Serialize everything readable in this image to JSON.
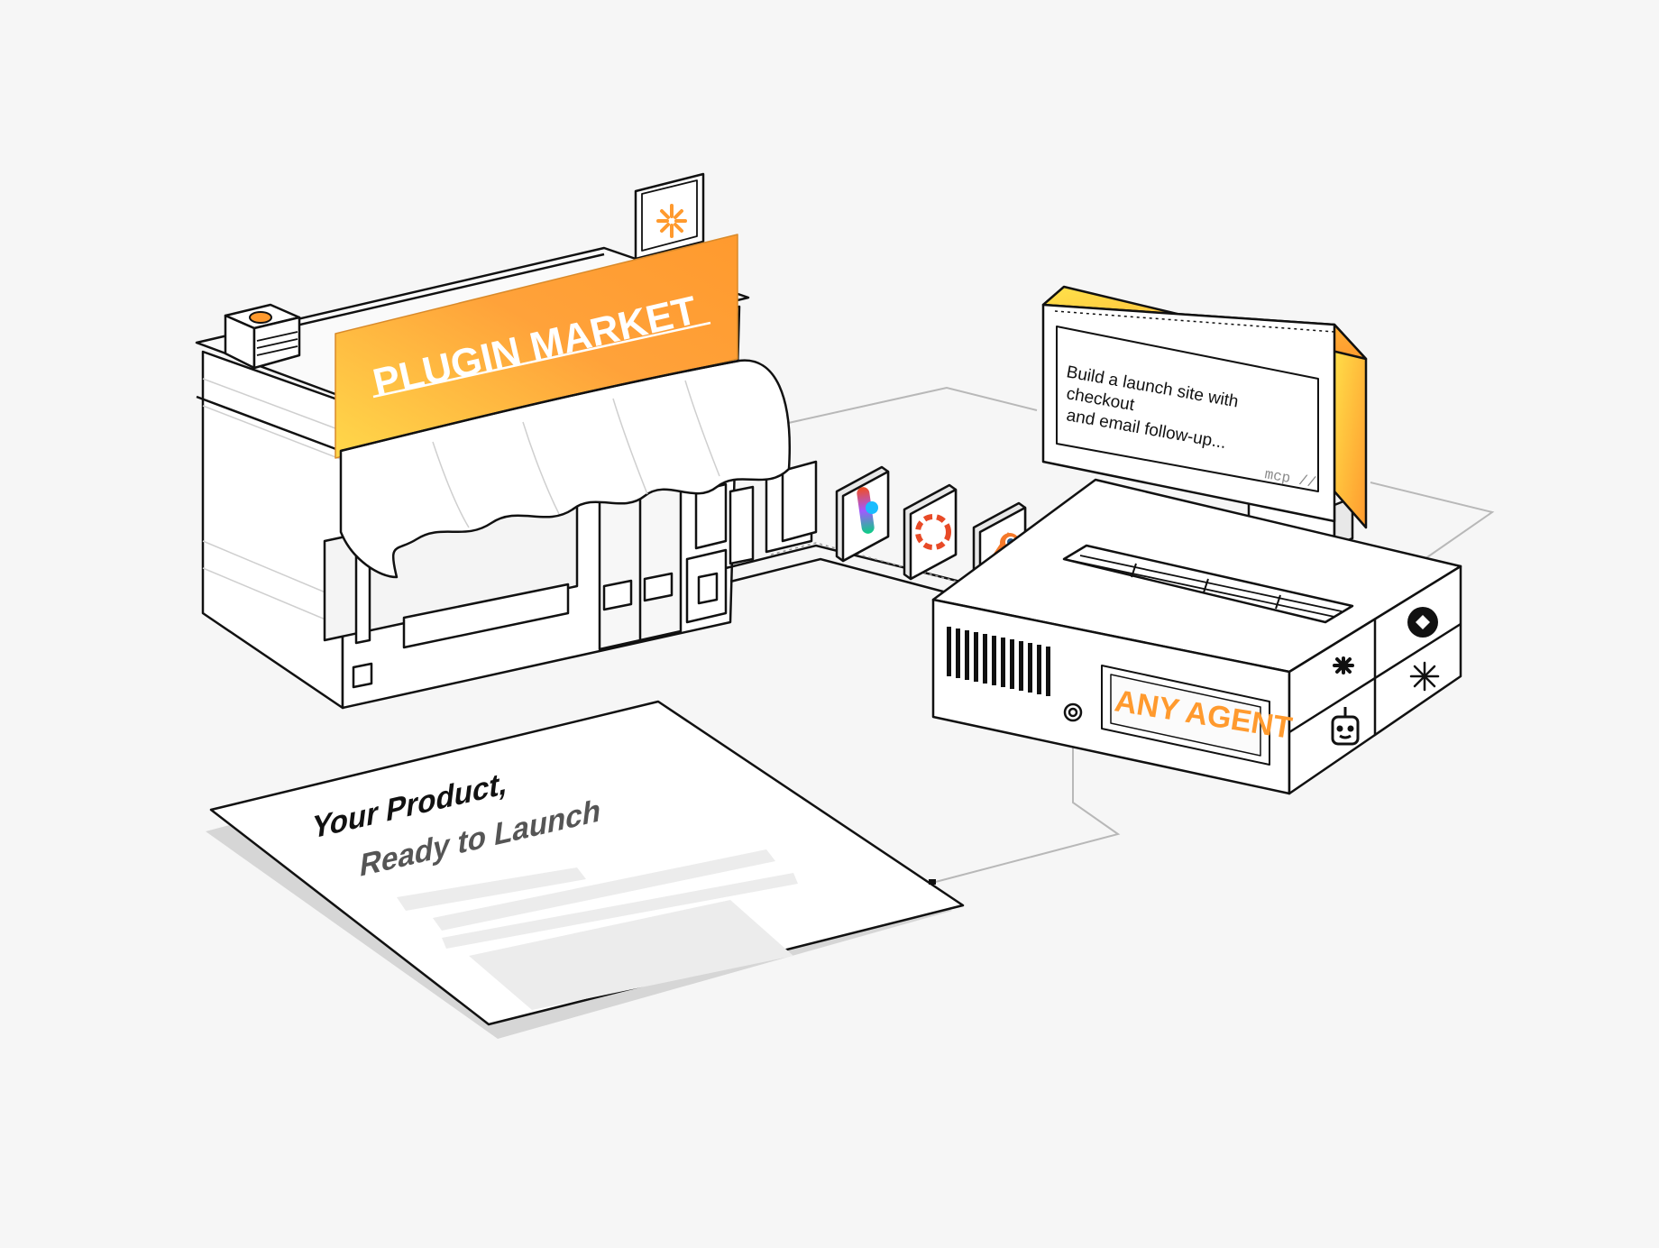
{
  "storefront": {
    "sign_text": "PLUGIN MARKET",
    "rooftop_icon": "orange-asterisk-logo-icon"
  },
  "plugins": [
    {
      "name": "figma-logo-icon"
    },
    {
      "name": "red-circle-logo-icon"
    },
    {
      "name": "blender-logo-icon"
    }
  ],
  "monitor": {
    "prompt_lines": [
      "Build a launch site with",
      "checkout",
      "and email follow-up..."
    ],
    "footer": "mcp //"
  },
  "agent_box": {
    "label": "ANY AGENT",
    "icons": [
      "openai-logo-icon",
      "asterisk-logo-icon",
      "sparkle-logo-icon",
      "robot-face-icon"
    ]
  },
  "document": {
    "title_line1": "Your Product,",
    "title_line2": "Ready to Launch"
  },
  "colors": {
    "accent_orange": "#ff9a2e",
    "accent_yellow": "#ffd84a",
    "outline": "#111111",
    "background": "#f6f6f6"
  }
}
